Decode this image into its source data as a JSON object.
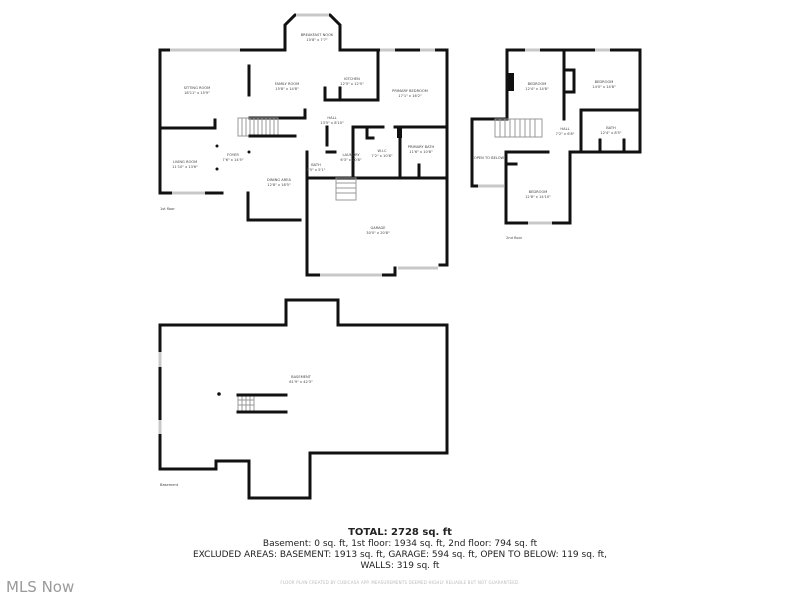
{
  "floors": {
    "first": {
      "label": "1st floor",
      "rooms": {
        "breakfast_nook": {
          "name": "BREAKFAST NOOK",
          "dims": "10'8\" x 7'7\""
        },
        "sitting_room": {
          "name": "SITTING ROOM",
          "dims": "18'11\" x 15'9\""
        },
        "family_room": {
          "name": "FAMILY ROOM",
          "dims": "15'8\" x 14'8\""
        },
        "kitchen": {
          "name": "KITCHEN",
          "dims": "12'5\" x 12'5\""
        },
        "primary_bedroom": {
          "name": "PRIMARY BEDROOM",
          "dims": "17'1\" x 16'2\""
        },
        "hall": {
          "name": "HALL",
          "dims": "13'5\" x 8'10\""
        },
        "living_room": {
          "name": "LIVING ROOM",
          "dims": "11'10\" x 13'6\""
        },
        "foyer": {
          "name": "FOYER",
          "dims": "7'6\" x 14'5\""
        },
        "bath": {
          "name": "BATH",
          "dims": "6'5\" x 5'1\""
        },
        "laundry": {
          "name": "LAUNDRY",
          "dims": "6'3\" x 10'8\""
        },
        "wic": {
          "name": "W.I.C",
          "dims": "7'2\" x 10'8\""
        },
        "primary_bath": {
          "name": "PRIMARY BATH",
          "dims": "11'6\" x 10'8\""
        },
        "dining_area": {
          "name": "DINING AREA",
          "dims": "12'8\" x 18'5\""
        },
        "garage": {
          "name": "GARAGE",
          "dims": "30'0\" x 20'8\""
        }
      }
    },
    "second": {
      "label": "2nd floor",
      "rooms": {
        "bedroom_1": {
          "name": "BEDROOM",
          "dims": "12'4\" x 14'8\""
        },
        "bedroom_2": {
          "name": "BEDROOM",
          "dims": "14'0\" x 14'8\""
        },
        "hall": {
          "name": "HALL",
          "dims": "7'2\" x 6'8\""
        },
        "bath": {
          "name": "BATH",
          "dims": "12'4\" x 8'5\""
        },
        "open_to_below": {
          "name": "OPEN TO BELOW",
          "dims": ""
        },
        "bedroom_3": {
          "name": "BEDROOM",
          "dims": "12'8\" x 14'10\""
        }
      }
    },
    "basement": {
      "label": "Basement",
      "rooms": {
        "basement": {
          "name": "BASEMENT",
          "dims": "61'9\" x 42'3\""
        }
      }
    }
  },
  "summary": {
    "total": "TOTAL: 2728 sq. ft",
    "breakdown": "Basement: 0 sq. ft, 1st floor: 1934 sq. ft, 2nd floor: 794 sq. ft",
    "excluded": "EXCLUDED AREAS: BASEMENT: 1913 sq. ft, GARAGE: 594 sq. ft, OPEN TO BELOW: 119 sq. ft,",
    "walls": "WALLS: 319 sq. ft",
    "disclaimer": "FLOOR PLAN CREATED BY CUBICASA APP. MEASUREMENTS DEEMED HIGHLY RELIABLE BUT NOT GUARANTEED."
  },
  "watermark": "MLS Now"
}
